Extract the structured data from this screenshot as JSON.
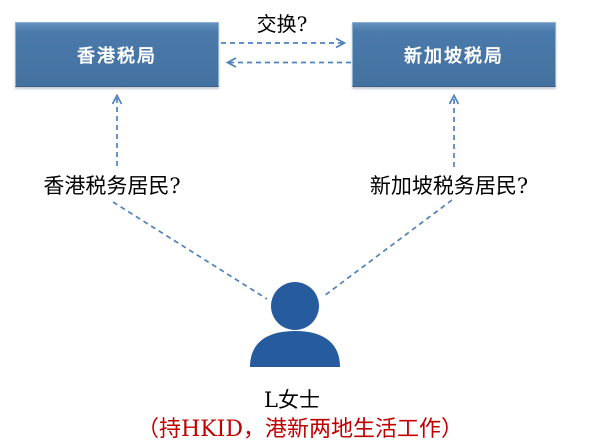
{
  "boxes": {
    "hk": {
      "label": "香港税局"
    },
    "sg": {
      "label": "新加坡税局"
    }
  },
  "labels": {
    "exchange": "交换?",
    "hk_resident": "香港税务居民?",
    "sg_resident": "新加坡税务居民?"
  },
  "person": {
    "name": "L女士",
    "note": "（持HKID，港新两地生活工作）",
    "icon": "person-icon"
  },
  "colors": {
    "background": "#ffffff",
    "box_fill": "#4577a7",
    "box_border": "#8fb0cf",
    "box_label_text": "#ffffff",
    "dashed_line": "#4f81bd",
    "person_fill": "#265b9d",
    "note_text": "#c00000",
    "label_text": "#000000"
  }
}
